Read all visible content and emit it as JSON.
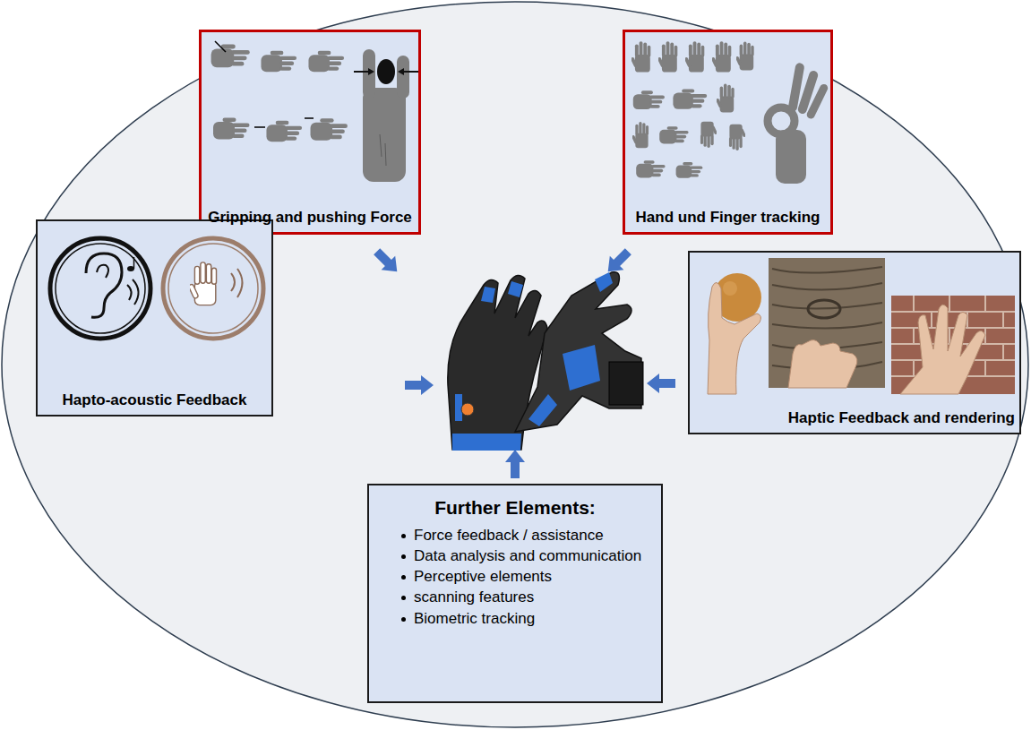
{
  "diagram": {
    "nodes": [
      {
        "text": [
          "Gripping and pushing Force"
        ]
      },
      {
        "text": [
          "Hand und Finger tracking"
        ]
      },
      {
        "text": [
          "Hapto-acoustic Feedback"
        ]
      },
      {
        "text": [
          "Haptic Feedback and rendering"
        ]
      },
      {
        "text": [
          "Further Elements:",
          "Force feedback / assistance",
          "Data analysis and communication",
          "Perceptive elements",
          "scanning features",
          "Biometric tracking"
        ]
      }
    ]
  }
}
